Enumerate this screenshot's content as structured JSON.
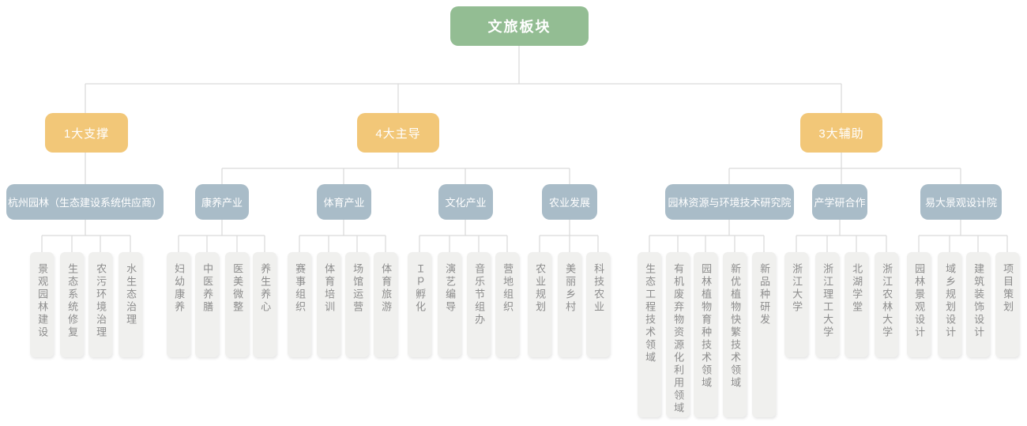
{
  "root": {
    "label": "文旅板块"
  },
  "branches": [
    {
      "label": "1大支撑",
      "children": [
        {
          "label": "杭州园林（生态建设系统供应商）",
          "leaves": [
            "景观园林建设",
            "生态系统修复",
            "农污环境治理",
            "水生态治理"
          ]
        }
      ]
    },
    {
      "label": "4大主导",
      "children": [
        {
          "label": "康养产业",
          "leaves": [
            "妇幼康养",
            "中医养膳",
            "医美微整",
            "养生养心"
          ]
        },
        {
          "label": "体育产业",
          "leaves": [
            "赛事组织",
            "体育培训",
            "场馆运营",
            "体育旅游"
          ]
        },
        {
          "label": "文化产业",
          "leaves": [
            "Ｉｐ孵化",
            "演艺编导",
            "音乐节组办",
            "营地组织"
          ]
        },
        {
          "label": "农业发展",
          "leaves": [
            "农业规划",
            "美丽乡村",
            "科技农业"
          ]
        }
      ]
    },
    {
      "label": "3大辅助",
      "children": [
        {
          "label": "园林资源与环境技术研究院",
          "leaves": [
            "生态工程技术领域",
            "有机废弃物资源化利用领域",
            "园林植物育种技术领域",
            "新优植物快繁技术领域",
            "新品种研发"
          ]
        },
        {
          "label": "产学研合作",
          "leaves": [
            "浙江大学",
            "浙江理工大学",
            "北湖学堂",
            "浙江农林大学"
          ]
        },
        {
          "label": "易大景观设计院",
          "leaves": [
            "园林景观设计",
            "域乡规划设计",
            "建筑装饰设计",
            "项目策划"
          ]
        }
      ]
    }
  ],
  "colors": {
    "root_green": "#93bd93",
    "branch_orange": "#f2c778",
    "category_blue": "#a9bcc8",
    "leaf_background": "#f0f0ee",
    "leaf_text": "#8c8c8c",
    "connector_line": "#d9d9d9"
  }
}
